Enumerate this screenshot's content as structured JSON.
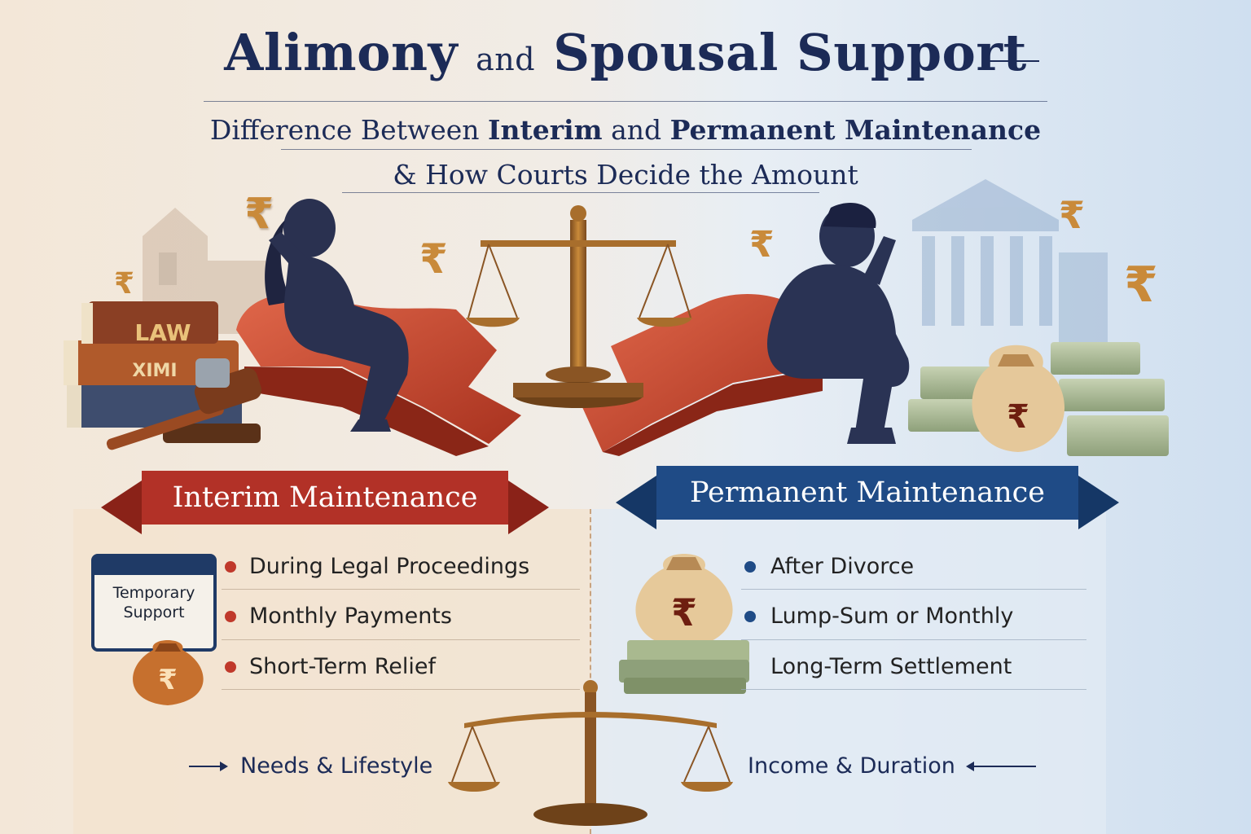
{
  "header": {
    "title_part1": "Alimony",
    "title_and": "and",
    "title_part2": "Spousal Support",
    "subtitle_line1_a": "Difference Between",
    "subtitle_line1_b": "Interim",
    "subtitle_line1_c": "and",
    "subtitle_line1_d": "Permanent Maintenance",
    "subtitle_line2": "& How Courts Decide the Amount"
  },
  "illustration": {
    "book_label": "LAW",
    "book_label_2": "XIMI",
    "rupee_symbol": "₹"
  },
  "interim": {
    "banner": "Interim Maintenance",
    "calendar_line1": "Temporary",
    "calendar_line2": "Support",
    "items": [
      "During Legal Proceedings",
      "Monthly Payments",
      "Short-Term Relief"
    ],
    "footer": "Needs & Lifestyle"
  },
  "permanent": {
    "banner": "Permanent Maintenance",
    "items": [
      "After Divorce",
      "Lump-Sum or Monthly",
      "Long-Term Settlement"
    ],
    "footer": "Income & Duration"
  },
  "colors": {
    "navy": "#1c2b57",
    "interim_red": "#b23127",
    "permanent_blue": "#1f4b86",
    "gold": "#c98a3a"
  }
}
